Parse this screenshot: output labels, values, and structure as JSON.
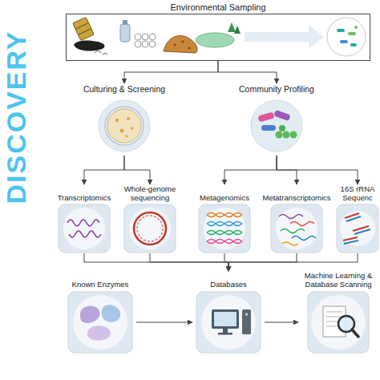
{
  "diagram": {
    "nodes": [
      {
        "text": [
          "Environmental Sampling"
        ]
      },
      {
        "text": [
          "Culturing & Screening"
        ]
      },
      {
        "text": [
          "Community Profiling"
        ]
      },
      {
        "text": [
          "Transcriptomics"
        ]
      },
      {
        "text": [
          "Whole-genome sequencing"
        ]
      },
      {
        "text": [
          "Metagenomics"
        ]
      },
      {
        "text": [
          "Metatranscriptomics"
        ]
      },
      {
        "text": [
          "16S rRNA Sequenc"
        ]
      },
      {
        "text": [
          "Known Enzymes"
        ]
      },
      {
        "text": [
          "Databases"
        ]
      },
      {
        "text": [
          "Machine Learning & Database Scanning"
        ]
      }
    ],
    "edges": [
      {
        "from": 0,
        "to": 1,
        "arrow": "to"
      },
      {
        "from": 0,
        "to": 2,
        "arrow": "to"
      },
      {
        "from": 1,
        "to": 3,
        "arrow": "to"
      },
      {
        "from": 1,
        "to": 4,
        "arrow": "to"
      },
      {
        "from": 2,
        "to": 5,
        "arrow": "to"
      },
      {
        "from": 2,
        "to": 6,
        "arrow": "to"
      },
      {
        "from": 2,
        "to": 7,
        "arrow": "to"
      },
      {
        "from": 3,
        "to": 9,
        "arrow": "to"
      },
      {
        "from": 4,
        "to": 9,
        "arrow": "to"
      },
      {
        "from": 5,
        "to": 9,
        "arrow": "to"
      },
      {
        "from": 6,
        "to": 9,
        "arrow": "to"
      },
      {
        "from": 7,
        "to": 9,
        "arrow": "to"
      },
      {
        "from": 8,
        "to": 9,
        "arrow": "to"
      },
      {
        "from": 9,
        "to": 10,
        "arrow": "to"
      }
    ],
    "labels": [
      "DISCOVERY"
    ]
  }
}
